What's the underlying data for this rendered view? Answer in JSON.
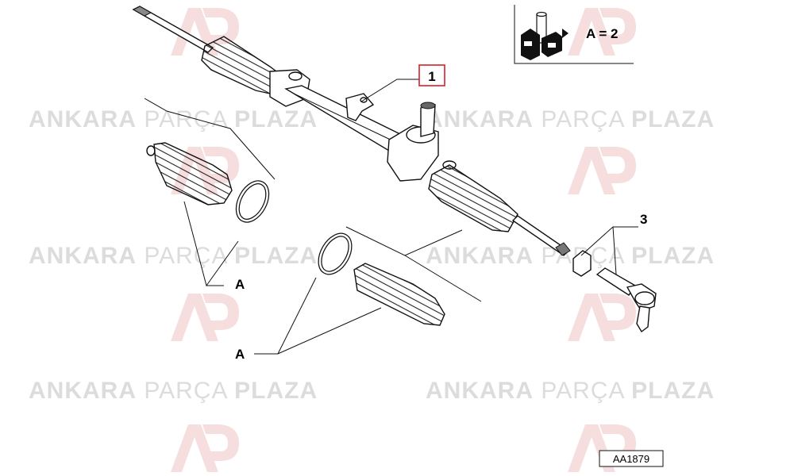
{
  "watermark": {
    "word1": "ANKARA",
    "word2": "PARÇA",
    "word3": "PLAZA",
    "logo_letters": "AP"
  },
  "callouts": {
    "part_1": "1",
    "part_3": "3",
    "boot_kit_left": "A",
    "boot_kit_bottom": "A"
  },
  "legend": {
    "quantity_text": "A = 2",
    "pack_icon": "kit-pack-icon"
  },
  "reference_code": "AA1879",
  "colors": {
    "callout_box": "#d2222a",
    "watermark": "#dcdcdc"
  }
}
